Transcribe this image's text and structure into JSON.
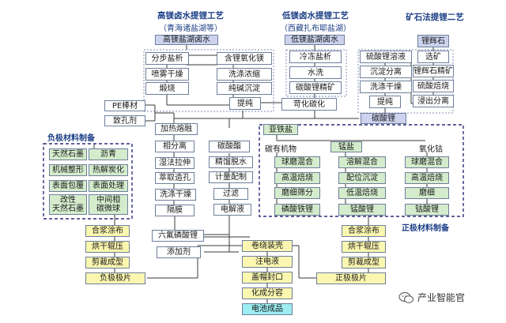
{
  "headers": {
    "high_mg": "高镁卤水提锂工艺",
    "high_mg_sub": "（青海诸盐湖等）",
    "low_mg": "低镁卤水提锂工艺",
    "low_mg_sub": "（西藏扎布耶盐湖）",
    "ore": "矿石法提锂二艺"
  },
  "labels": {
    "anode_materials": "负极材料制备",
    "cathode_materials": "正极材料制备",
    "watermark": "产业智能官"
  },
  "high_mg": {
    "source": "高镁盐湖卤水",
    "left": [
      "分步盐析",
      "喷雾干燥",
      "煅烧"
    ],
    "right": [
      "含锂氧化镁",
      "洗涤浓缩",
      "纯碱沉淀"
    ],
    "refine": "提纯"
  },
  "low_mg": {
    "source": "低镁盐湖卤水",
    "steps": [
      "冷冻盐析",
      "水洗",
      "碳酸锂精矿"
    ],
    "causticize": "苛化碳化"
  },
  "ore": {
    "mid": [
      "硫酸锂溶液",
      "沉淀分离",
      "洗涤干燥",
      "提纯"
    ],
    "right": [
      "锂辉石",
      "选矿",
      "锂辉石精矿",
      "硫酸焙烧",
      "浸出分离"
    ]
  },
  "product": "碳酸锂",
  "separator": {
    "pe": "PE棒材",
    "pore": "致孔剂",
    "steps": [
      "加热熔融",
      "相分离",
      "湿法拉伸",
      "萃取造孔",
      "洗涤干燥",
      "隔膜"
    ]
  },
  "electrolyte": {
    "steps": [
      "碳酸酯",
      "精馏脱水",
      "计量配制",
      "过滤",
      "电解液"
    ],
    "salt": "六氟磷酸锂",
    "additive": "添加剂"
  },
  "anode": {
    "left": [
      "天然石墨",
      "机械整形",
      "表面包覆",
      "改性\n天然石墨"
    ],
    "right": [
      "沥青",
      "热解炭化",
      "表面处理",
      "中间相\n碳微球"
    ]
  },
  "cathode": {
    "ferrous": "亚铁盐",
    "organic_carbon": "碳有机物",
    "manganese_salt": "锰盐",
    "cobalt_oxide": "氧化钴",
    "lfp": [
      "球磨混合",
      "高温焙烧",
      "磨细筛分",
      "磷酸铁锂"
    ],
    "lmo": [
      "溶解混合",
      "配位沉淀",
      "低温焙烧",
      "锰酸锂"
    ],
    "lco": [
      "球磨混合",
      "高温焙烧",
      "磨细",
      "钴酸锂"
    ]
  },
  "anode_plate": [
    "合浆涂布",
    "烘干辊压",
    "剪裁成型",
    "负极极片"
  ],
  "cathode_plate": [
    "合浆涂布",
    "烘干辊压",
    "剪裁成型",
    "正极极片"
  ],
  "cell": [
    "卷绕装壳",
    "注电液",
    "盖帽封口",
    "化成分容",
    "电池成品"
  ]
}
